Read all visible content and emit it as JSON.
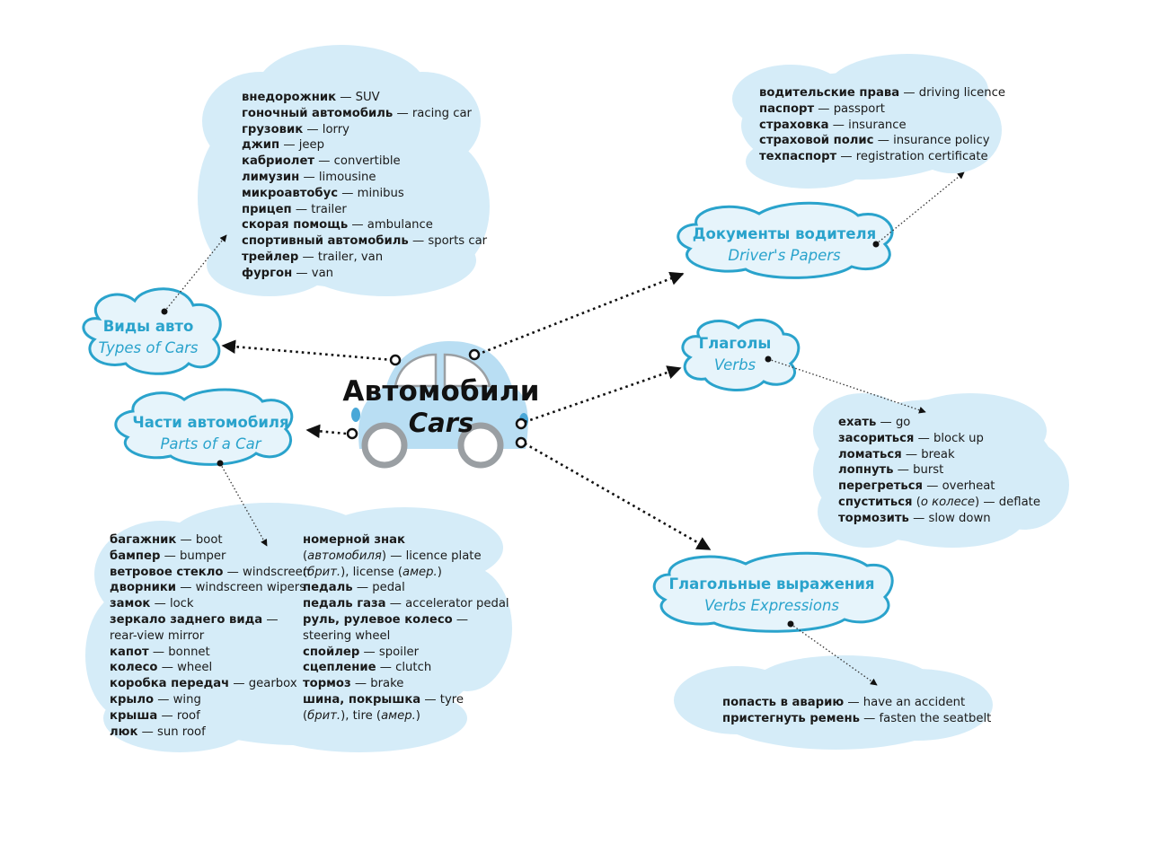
{
  "center": {
    "title_ru": "Автомобили",
    "title_en": "Cars"
  },
  "branches": {
    "types": {
      "title_ru": "Виды авто",
      "title_en": "Types of Cars",
      "items": [
        {
          "ru": "внедорожник",
          "en": "SUV"
        },
        {
          "ru": "гоночный автомобиль",
          "en": "racing car"
        },
        {
          "ru": "грузовик",
          "en": "lorry"
        },
        {
          "ru": "джип",
          "en": "jeep"
        },
        {
          "ru": "кабриолет",
          "en": "convertible"
        },
        {
          "ru": "лимузин",
          "en": "limousine"
        },
        {
          "ru": "микроавтобус",
          "en": "minibus"
        },
        {
          "ru": "прицеп",
          "en": "trailer"
        },
        {
          "ru": "скорая помощь",
          "en": "ambulance"
        },
        {
          "ru": "спортивный автомобиль",
          "en": "sports car"
        },
        {
          "ru": "трейлер",
          "en": "trailer, van"
        },
        {
          "ru": "фургон",
          "en": "van"
        }
      ]
    },
    "parts": {
      "title_ru": "Части автомобиля",
      "title_en": "Parts of a Car",
      "col1": [
        {
          "ru": "багажник",
          "en": "boot"
        },
        {
          "ru": "бампер",
          "en": "bumper"
        },
        {
          "ru": "ветровое стекло",
          "en": "windscreen"
        },
        {
          "ru": "дворники",
          "en": "windscreen wipers"
        },
        {
          "ru": "замок",
          "en": "lock"
        },
        {
          "ru": "зеркало заднего вида",
          "en": "rear-view mirror"
        },
        {
          "ru": "капот",
          "en": "bonnet"
        },
        {
          "ru": "колесо",
          "en": "wheel"
        },
        {
          "ru": "коробка передач",
          "en": "gearbox"
        },
        {
          "ru": "крыло",
          "en": "wing"
        },
        {
          "ru": "крыша",
          "en": "roof"
        },
        {
          "ru": "люк",
          "en": "sun roof"
        }
      ],
      "col2": {
        "plate_ru": "номерной знак",
        "plate_note": "автомобиля",
        "plate_en1": "licence plate",
        "brit": "брит.",
        "plate_en2": "license",
        "amer": "амер.",
        "pedal_ru": "педаль",
        "pedal_en": "pedal",
        "gas_ru": "педаль газа",
        "gas_en": "accelerator pedal",
        "wheel_ru": "руль, рулевое колесо",
        "wheel_en": "steering wheel",
        "spoiler_ru": "спойлер",
        "spoiler_en": "spoiler",
        "clutch_ru": "сцепление",
        "clutch_en": "clutch",
        "brake_ru": "тормоз",
        "brake_en": "brake",
        "tyre_ru": "шина, покрышка",
        "tyre_en1": "tyre",
        "tyre_en2": "tire"
      }
    },
    "papers": {
      "title_ru": "Документы водителя",
      "title_en": "Driver's Papers",
      "items": [
        {
          "ru": "водительские права",
          "en": "driving licence"
        },
        {
          "ru": "паспорт",
          "en": "passport"
        },
        {
          "ru": "страховка",
          "en": "insurance"
        },
        {
          "ru": "страховой полис",
          "en": "insurance policy"
        },
        {
          "ru": "техпаспорт",
          "en": "registration certificate"
        }
      ]
    },
    "verbs": {
      "title_ru": "Глаголы",
      "title_en": "Verbs",
      "items": [
        {
          "ru": "ехать",
          "en": "go"
        },
        {
          "ru": "засориться",
          "en": "block up"
        },
        {
          "ru": "ломаться",
          "en": "break"
        },
        {
          "ru": "лопнуть",
          "en": "burst"
        },
        {
          "ru": "перегреться",
          "en": "overheat"
        }
      ],
      "deflate": {
        "ru": "спуститься",
        "note": "о колесе",
        "en": "deflate"
      },
      "slow": {
        "ru": "тормозить",
        "en": "slow down"
      }
    },
    "expressions": {
      "title_ru": "Глагольные выражения",
      "title_en": "Verbs Expressions",
      "items": [
        {
          "ru": "попасть в аварию",
          "en": "have an accident"
        },
        {
          "ru": "пристегнуть ремень",
          "en": "fasten the seatbelt"
        }
      ]
    }
  },
  "dash": "—",
  "colors": {
    "cloud_fill": "#d5ecf8",
    "heading_text": "#2aa3cc",
    "heading_outline": "#2aa3cc",
    "car_body": "#b9def3",
    "wheel": "#9a9fa3"
  }
}
